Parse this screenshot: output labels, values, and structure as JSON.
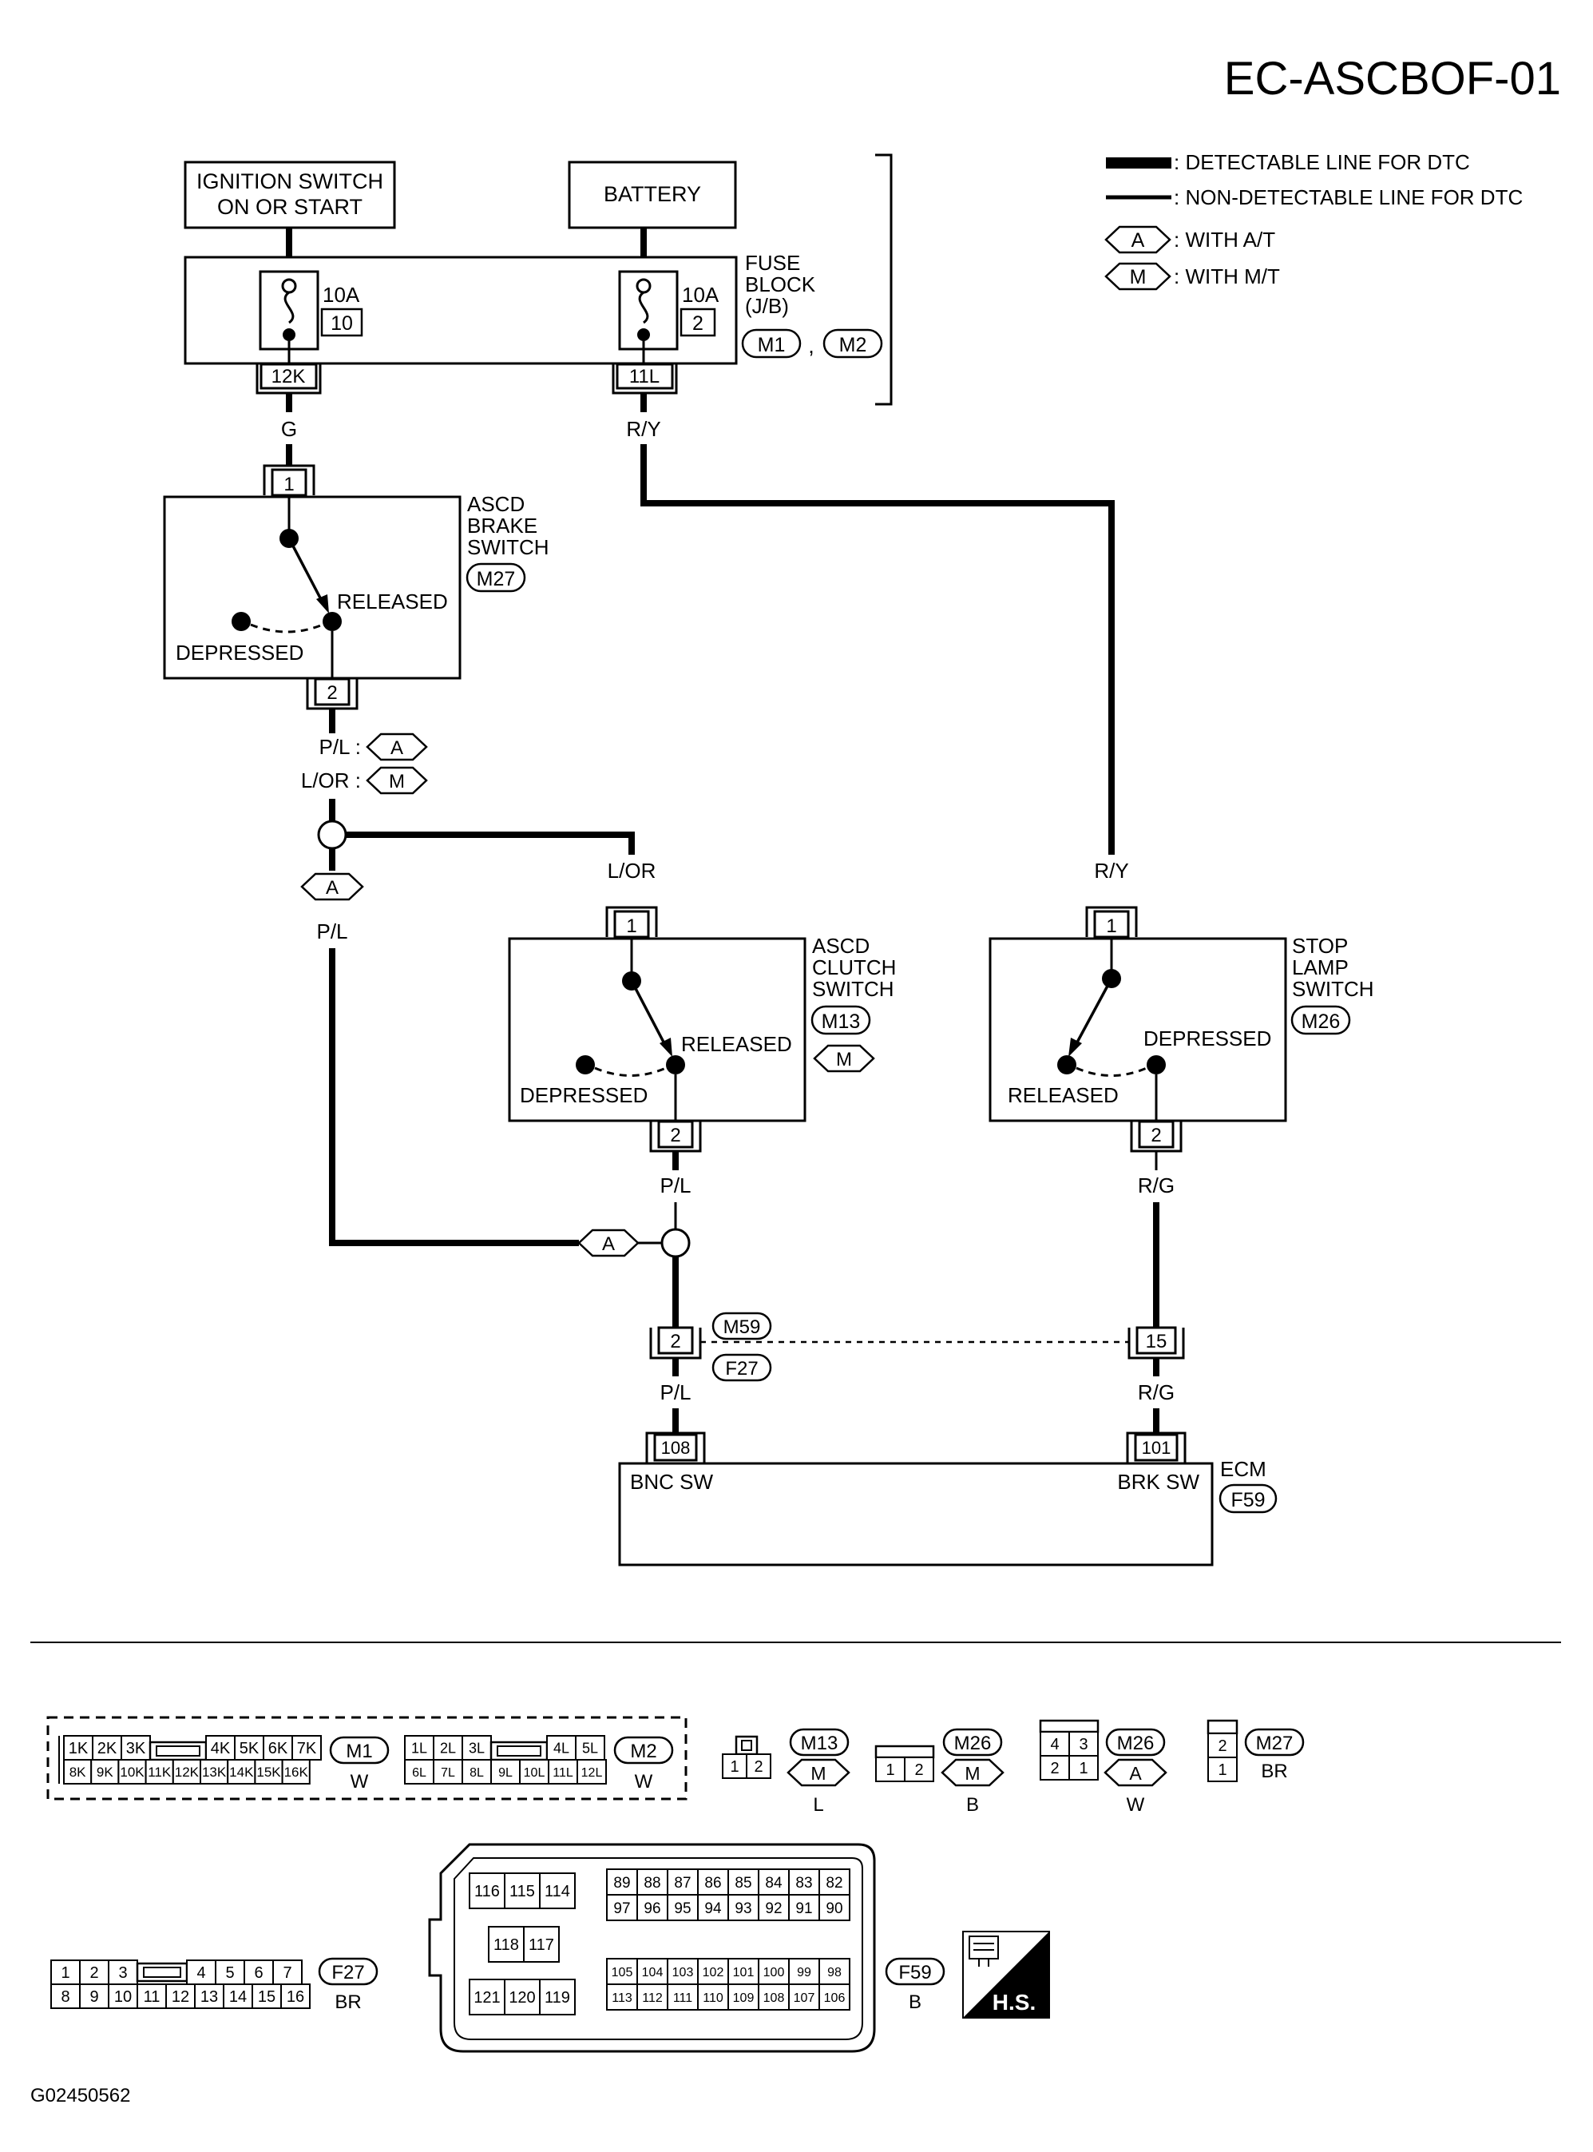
{
  "diagram_id": "EC-ASCBOF-01",
  "figure_code": "G02450562",
  "legend": {
    "detectable": ": DETECTABLE LINE FOR DTC",
    "non_detectable": ": NON-DETECTABLE LINE FOR DTC",
    "at_tag": "A",
    "at_text": ": WITH A/T",
    "mt_tag": "M",
    "mt_text": ": WITH M/T"
  },
  "sources": {
    "ignition_line1": "IGNITION SWITCH",
    "ignition_line2": "ON OR START",
    "battery": "BATTERY"
  },
  "fuse_block": {
    "label_line1": "FUSE",
    "label_line2": "BLOCK",
    "label_line3": "(J/B)",
    "conn1": "M1",
    "conn2": "M2",
    "sep": ",",
    "fuse1_rating": "10A",
    "fuse1_num": "10",
    "fuse2_rating": "10A",
    "fuse2_num": "2",
    "term1": "12K",
    "term2": "11L"
  },
  "wires": {
    "g": "G",
    "ry_top": "R/Y",
    "pl_at": "P/L :",
    "lor_mt": "L/OR :",
    "lor_clutch": "L/OR",
    "pl_left": "P/L",
    "ry_stop": "R/Y",
    "pl_clutch_out": "P/L",
    "rg_stop_out": "R/G",
    "pl_to_ecm": "P/L",
    "rg_to_ecm": "R/G"
  },
  "tags": {
    "a": "A",
    "m": "M"
  },
  "brake_switch": {
    "line1": "ASCD",
    "line2": "BRAKE",
    "line3": "SWITCH",
    "conn": "M27",
    "pin_in": "1",
    "pin_out": "2",
    "released": "RELEASED",
    "depressed": "DEPRESSED"
  },
  "clutch_switch": {
    "line1": "ASCD",
    "line2": "CLUTCH",
    "line3": "SWITCH",
    "conn": "M13",
    "pin_in": "1",
    "pin_out": "2",
    "released": "RELEASED",
    "depressed": "DEPRESSED"
  },
  "stop_switch": {
    "line1": "STOP",
    "line2": "LAMP",
    "line3": "SWITCH",
    "conn": "M26",
    "pin_in": "1",
    "pin_out": "2",
    "released": "RELEASED",
    "depressed": "DEPRESSED"
  },
  "joint_connector": {
    "conn_top": "M59",
    "conn_bottom": "F27",
    "pin_left": "2",
    "pin_right": "15"
  },
  "ecm": {
    "label": "ECM",
    "conn": "F59",
    "pin_left": "108",
    "pin_right": "101",
    "term_left": "BNC SW",
    "term_right": "BRK SW"
  },
  "connector_views": {
    "m1": {
      "name": "M1",
      "color": "W",
      "row1_left": [
        "1K",
        "2K",
        "3K"
      ],
      "row1_right": [
        "4K",
        "5K",
        "6K",
        "7K"
      ],
      "row2": [
        "8K",
        "9K",
        "10K",
        "11K",
        "12K",
        "13K",
        "14K",
        "15K",
        "16K"
      ]
    },
    "m2": {
      "name": "M2",
      "color": "W",
      "row1_left": [
        "1L",
        "2L",
        "3L"
      ],
      "row1_right": [
        "4L",
        "5L"
      ],
      "row2": [
        "6L",
        "7L",
        "8L",
        "9L",
        "10L",
        "11L",
        "12L"
      ]
    },
    "m13": {
      "name": "M13",
      "tag": "M",
      "color": "L",
      "pins": [
        "1",
        "2"
      ]
    },
    "m26_mt": {
      "name": "M26",
      "tag": "M",
      "color": "B",
      "pins": [
        "1",
        "2"
      ]
    },
    "m26_at": {
      "name": "M26",
      "tag": "A",
      "color": "W",
      "row1": [
        "4",
        "3"
      ],
      "row2": [
        "2",
        "1"
      ]
    },
    "m27": {
      "name": "M27",
      "color": "BR",
      "pins": [
        "2",
        "1"
      ]
    },
    "f27": {
      "name": "F27",
      "color": "BR",
      "row1_left": [
        "1",
        "2",
        "3"
      ],
      "row1_right": [
        "4",
        "5",
        "6",
        "7"
      ],
      "row2": [
        "8",
        "9",
        "10",
        "11",
        "12",
        "13",
        "14",
        "15",
        "16"
      ]
    },
    "f59": {
      "name": "F59",
      "color": "B",
      "group_a": [
        "116",
        "115",
        "114"
      ],
      "group_b": [
        "118",
        "117"
      ],
      "group_c": [
        "121",
        "120",
        "119"
      ],
      "row1": [
        "89",
        "88",
        "87",
        "86",
        "85",
        "84",
        "83",
        "82"
      ],
      "row2": [
        "97",
        "96",
        "95",
        "94",
        "93",
        "92",
        "91",
        "90"
      ],
      "row3": [
        "105",
        "104",
        "103",
        "102",
        "101",
        "100",
        "99",
        "98"
      ],
      "row4": [
        "113",
        "112",
        "111",
        "110",
        "109",
        "108",
        "107",
        "106"
      ]
    },
    "hs_label": "H.S."
  }
}
